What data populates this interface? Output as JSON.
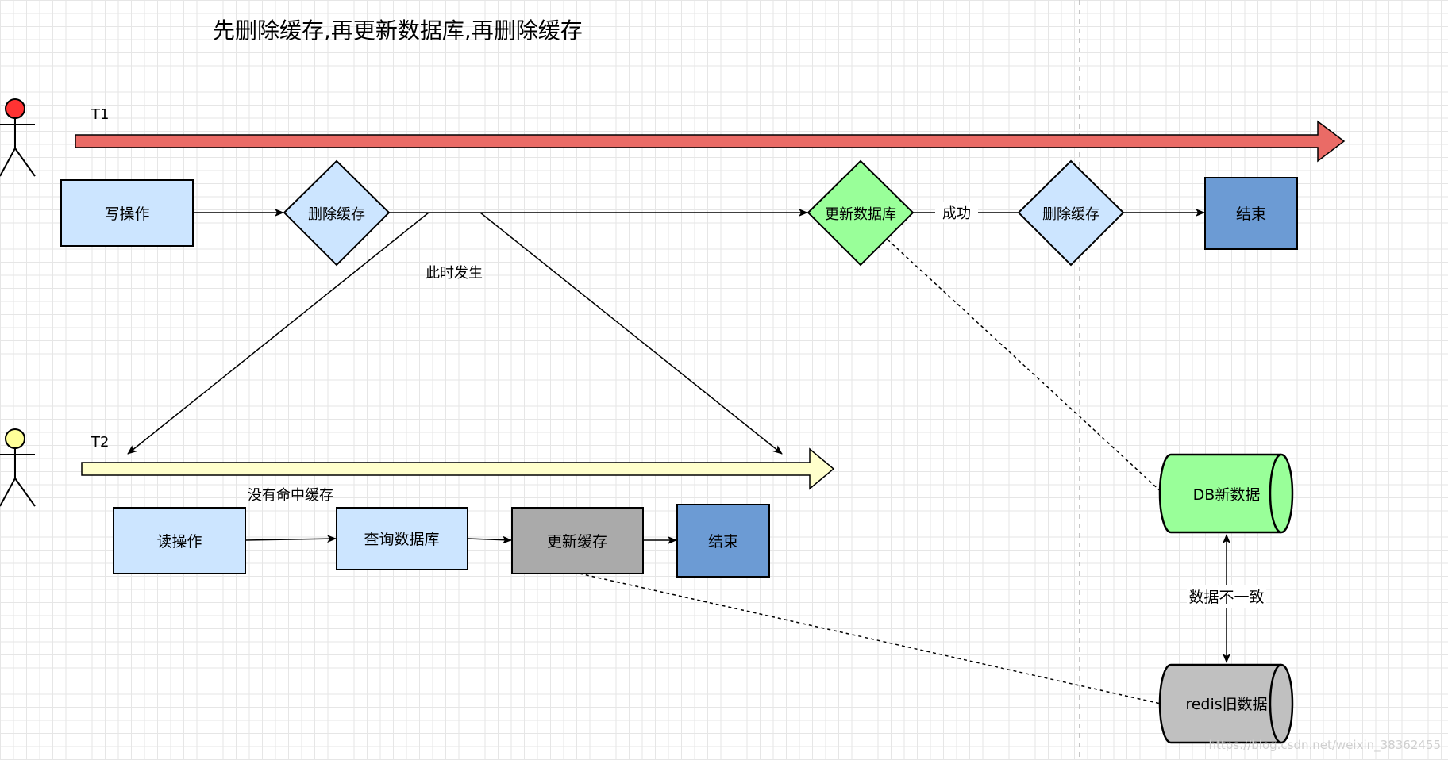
{
  "title": "先删除缓存,再更新数据库,再删除缓存",
  "colors": {
    "t1_arrow": "#ea6b66",
    "t2_arrow": "#ffffcc",
    "actor_t1_head": "#ff3333",
    "actor_t2_head": "#ffff99",
    "light_blue": "#cce5ff",
    "dark_blue": "#6c9bd4",
    "green": "#99ff99",
    "gray_box": "#aaaaaa",
    "gray_cyl": "#c0c0c0"
  },
  "timeline_t1": {
    "label": "T1"
  },
  "timeline_t2": {
    "label": "T2"
  },
  "t1_flow": {
    "write_op": "写操作",
    "delete_cache_1": "删除缓存",
    "update_db": "更新数据库",
    "success_label": "成功",
    "delete_cache_2": "删除缓存",
    "end": "结束"
  },
  "occurs_label": "此时发生",
  "t2_flow": {
    "cache_miss_label": "没有命中缓存",
    "read_op": "读操作",
    "query_db": "查询数据库",
    "update_cache": "更新缓存",
    "end": "结束"
  },
  "storage": {
    "db_label": "DB新数据",
    "redis_label": "redis旧数据",
    "inconsistency_label": "数据不一致"
  },
  "watermark": "https://blog.csdn.net/weixin_38362455"
}
